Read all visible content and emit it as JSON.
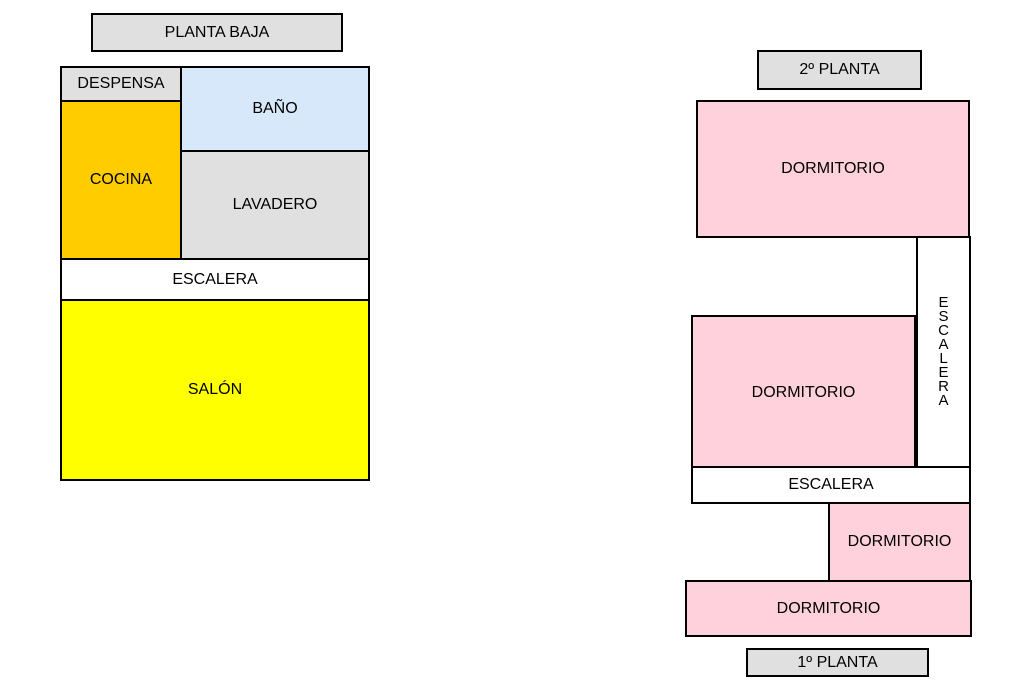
{
  "colors": {
    "label_bg": "#e0e0e0",
    "despensa": "#e0e0e0",
    "bano": "#d6e8fa",
    "cocina": "#ffcc00",
    "lavadero": "#e0e0e0",
    "escalera": "#ffffff",
    "salon": "#ffff00",
    "dormitorio": "#ffd1dc"
  },
  "ground_floor": {
    "title": "PLANTA BAJA",
    "rooms": {
      "despensa": "DESPENSA",
      "bano": "BAÑO",
      "cocina": "COCINA",
      "lavadero": "LAVADERO",
      "escalera": "ESCALERA",
      "salon": "SALÓN"
    }
  },
  "upper_floors": {
    "title_second": "2º PLANTA",
    "title_first": "1º PLANTA",
    "rooms": {
      "dormitorio_top": "DORMITORIO",
      "escalera_vertical": "ESCALERA",
      "dormitorio_middle": "DORMITORIO",
      "escalera_horizontal": "ESCALERA",
      "dormitorio_small": "DORMITORIO",
      "dormitorio_bottom": "DORMITORIO"
    }
  }
}
